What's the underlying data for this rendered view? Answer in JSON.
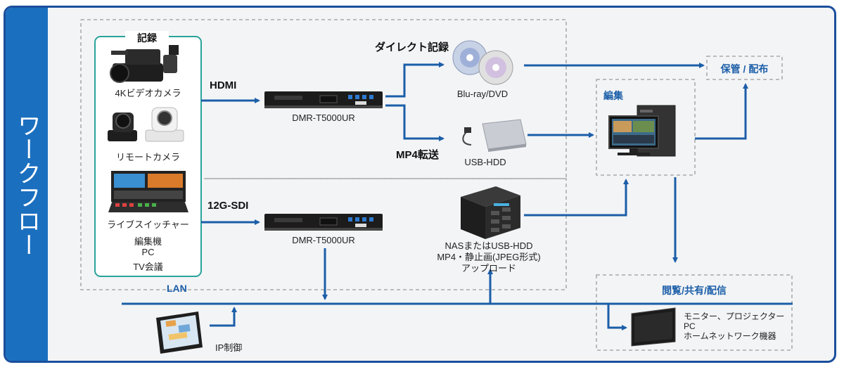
{
  "sidebar": {
    "title": "ワークフロー"
  },
  "groups": {
    "recording": "記録",
    "edit": "編集",
    "storage": "保管 / 配布",
    "share": "閲覧/共有/配信"
  },
  "sources": {
    "camera_4k": "4Kビデオカメラ",
    "remote_camera": "リモートカメラ",
    "switcher": "ライブスイッチャー",
    "others": [
      "編集機",
      "PC",
      "TV会議"
    ]
  },
  "connections": {
    "hdmi": "HDMI",
    "sdi": "12G-SDI",
    "direct": "ダイレクト記録",
    "mp4": "MP4転送",
    "lan": "LAN",
    "ip": "IP制御"
  },
  "devices": {
    "recorder_top": "DMR-T5000UR",
    "recorder_bottom": "DMR-T5000UR",
    "bluray": "Blu-ray/DVD",
    "usb_hdd": "USB-HDD",
    "nas": [
      "NASまたはUSB-HDD",
      "MP4・静止画(JPEG形式)",
      "アップロード"
    ],
    "display": [
      "モニター、プロジェクター",
      "PC",
      "ホームネットワーク機器"
    ]
  },
  "colors": {
    "accent": "#1b6fbf",
    "arrow": "#1b5ea8",
    "frame": "#1b4f9c",
    "teal": "#2aa39a"
  }
}
